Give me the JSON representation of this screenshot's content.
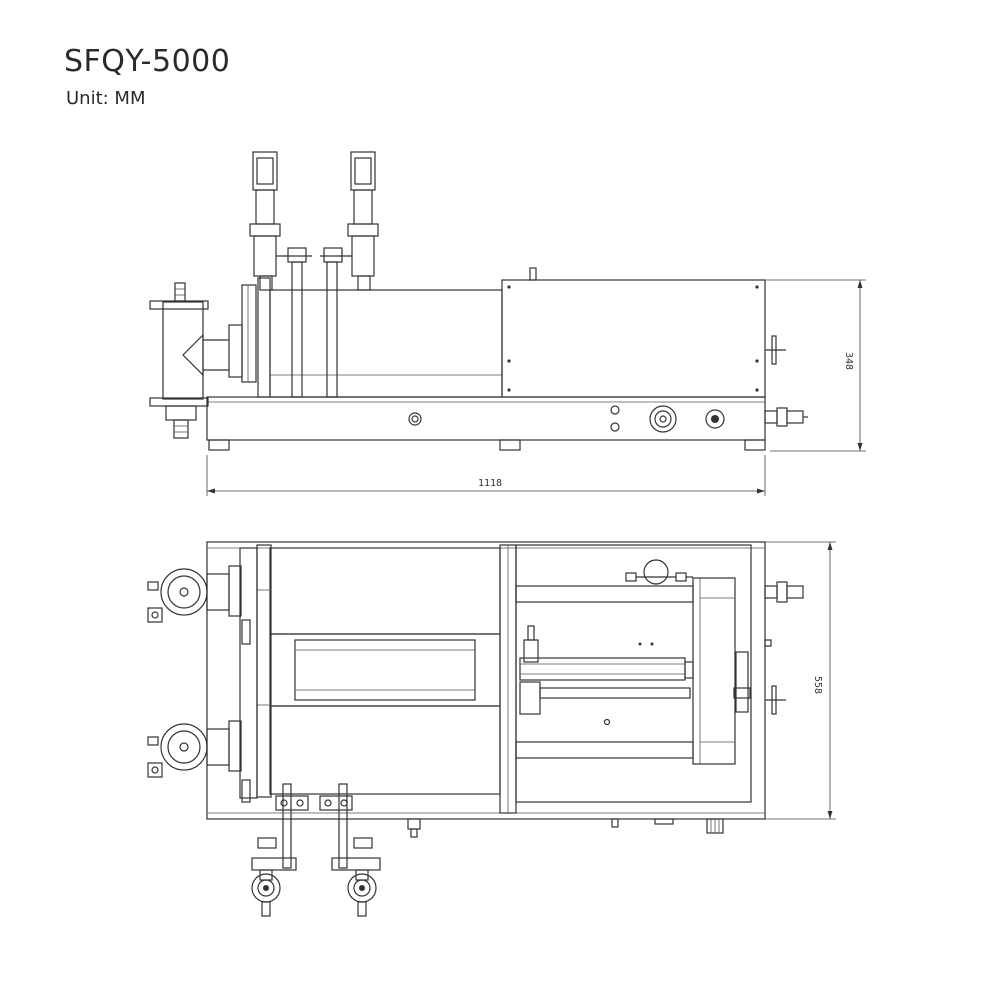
{
  "header": {
    "model": "SFQY-5000",
    "unit": "Unit: MM"
  },
  "dimensions": {
    "length": "1118",
    "height": "348",
    "width": "558"
  }
}
